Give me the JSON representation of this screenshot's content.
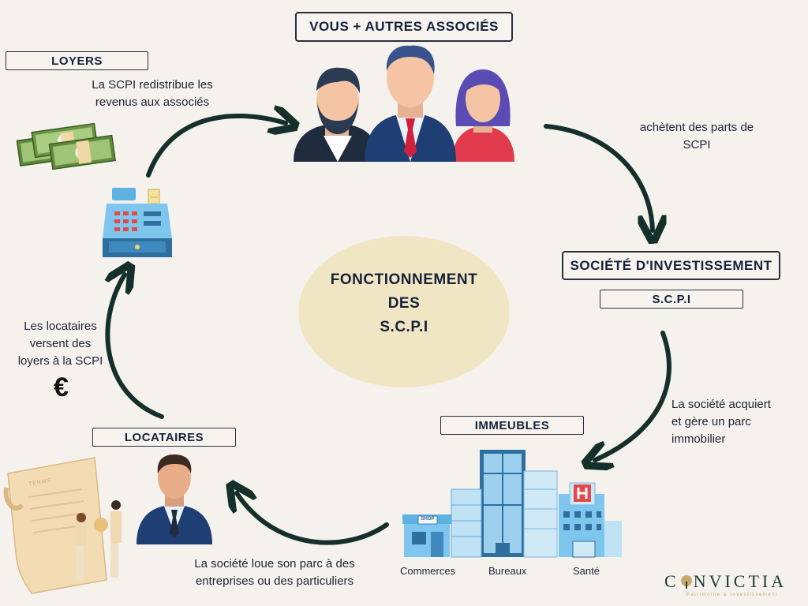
{
  "center": {
    "line1": "FONCTIONNEMENT",
    "line2": "DES",
    "line3": "S.C.P.I"
  },
  "boxes": {
    "associes": "VOUS + AUTRES ASSOCIÉS",
    "loyers": "LOYERS",
    "societe": "SOCIÉTÉ D'INVESTISSEMENT",
    "scpi": "S.C.P.I",
    "immeubles": "IMMEUBLES",
    "locataires": "LOCATAIRES"
  },
  "texts": {
    "redistribue_1": "La SCPI redistribue les",
    "redistribue_2": "revenus aux associés",
    "achetent_1": "achètent des parts de",
    "achetent_2": "SCPI",
    "acquiert_1": "La société acquiert",
    "acquiert_2": "et gère un parc",
    "acquiert_3": "immobilier",
    "loue_1": "La société loue son parc à des",
    "loue_2": "entreprises ou des particuliers",
    "versent_1": "Les locataires",
    "versent_2": "versent des",
    "versent_3": "loyers à la SCPI",
    "euro": "€"
  },
  "buildings": {
    "commerces": "Commerces",
    "bureaux": "Bureaux",
    "sante": "Santé",
    "shop_sign": "SHOP"
  },
  "terms_label": "TERMS",
  "brand": {
    "name_pre": "C",
    "name_post": "NVICTIA",
    "tagline": "Patrimoine & Investissement"
  },
  "colors": {
    "arrow": "#15302a",
    "center_ellipse": "#f1e6c3",
    "background": "#f5f2ee"
  }
}
